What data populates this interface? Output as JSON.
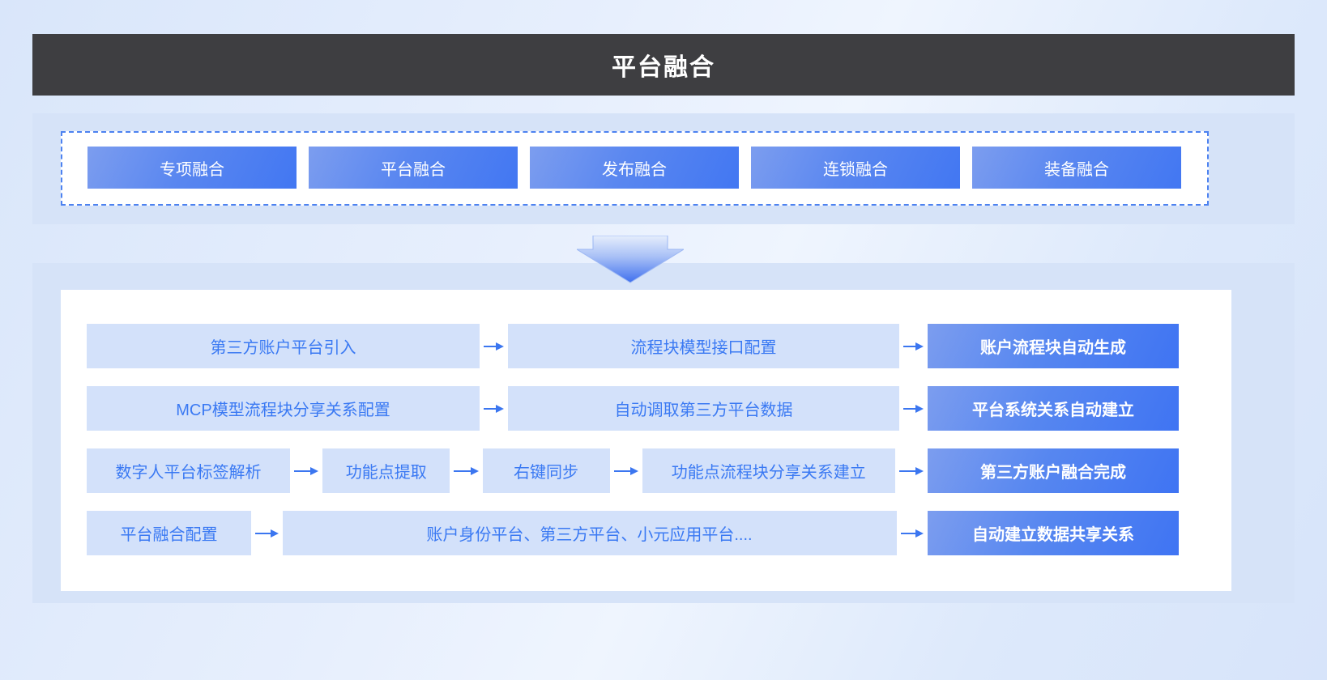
{
  "header": {
    "title": "平台融合"
  },
  "tabs": {
    "items": [
      {
        "label": "专项融合"
      },
      {
        "label": "平台融合"
      },
      {
        "label": "发布融合"
      },
      {
        "label": "连锁融合"
      },
      {
        "label": "装备融合"
      }
    ]
  },
  "flow": {
    "rows": [
      {
        "steps": [
          "第三方账户平台引入",
          "流程块模型接口配置"
        ],
        "result": "账户流程块自动生成"
      },
      {
        "steps": [
          "MCP模型流程块分享关系配置",
          "自动调取第三方平台数据"
        ],
        "result": "平台系统关系自动建立"
      },
      {
        "steps": [
          "数字人平台标签解析",
          "功能点提取",
          "右键同步",
          "功能点流程块分享关系建立"
        ],
        "result": "第三方账户融合完成"
      },
      {
        "steps": [
          "平台融合配置",
          "账户身份平台、第三方平台、小元应用平台...."
        ],
        "result": "自动建立数据共享关系"
      }
    ]
  },
  "icons": {
    "down_arrow": "arrow-down-icon",
    "right_arrow": "arrow-right-icon"
  },
  "colors": {
    "header_bg": "#3e3e41",
    "section_bg": "#d6e3f8",
    "dashed_border": "#4d82f0",
    "box_light_bg": "#d3e1fa",
    "box_text_blue": "#3a79f3",
    "arrow_blue": "#3b76f0",
    "button_gradient_start": "#7c9def",
    "button_gradient_end": "#4277f2",
    "title_text": "#ffffff"
  }
}
